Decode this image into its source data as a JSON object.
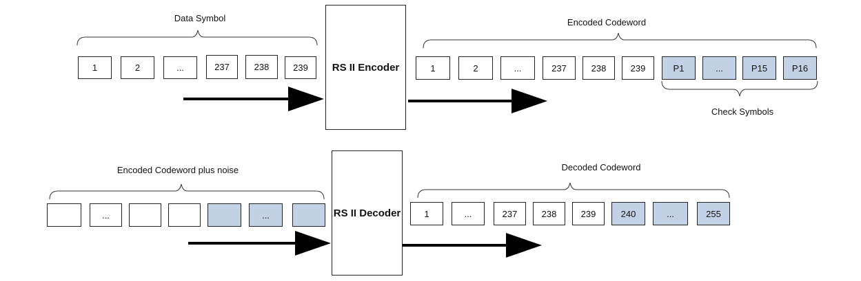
{
  "encoder": {
    "label": "RS II Encoder",
    "input_label": "Data Symbol",
    "input_symbols": [
      "1",
      "2",
      "...",
      "237",
      "238",
      "239"
    ],
    "output_label": "Encoded Codeword",
    "output_symbols": [
      "1",
      "2",
      "...",
      "237",
      "238",
      "239"
    ],
    "check_symbols": [
      "P1",
      "...",
      "P15",
      "P16"
    ],
    "check_label": "Check Symbols"
  },
  "decoder": {
    "label": "RS II Decoder",
    "input_label": "Encoded Codeword plus noise",
    "input_symbols": [
      "",
      "...",
      "",
      ""
    ],
    "input_noise_symbols": [
      "",
      "...",
      ""
    ],
    "output_label": "Decoded Codeword",
    "output_symbols": [
      "1",
      "...",
      "237",
      "238",
      "239"
    ],
    "output_extra_symbols": [
      "240",
      "...",
      "255"
    ]
  },
  "colors": {
    "check_fill": "#c3d1e6",
    "stroke": "#222222",
    "arrow": "#000000"
  }
}
